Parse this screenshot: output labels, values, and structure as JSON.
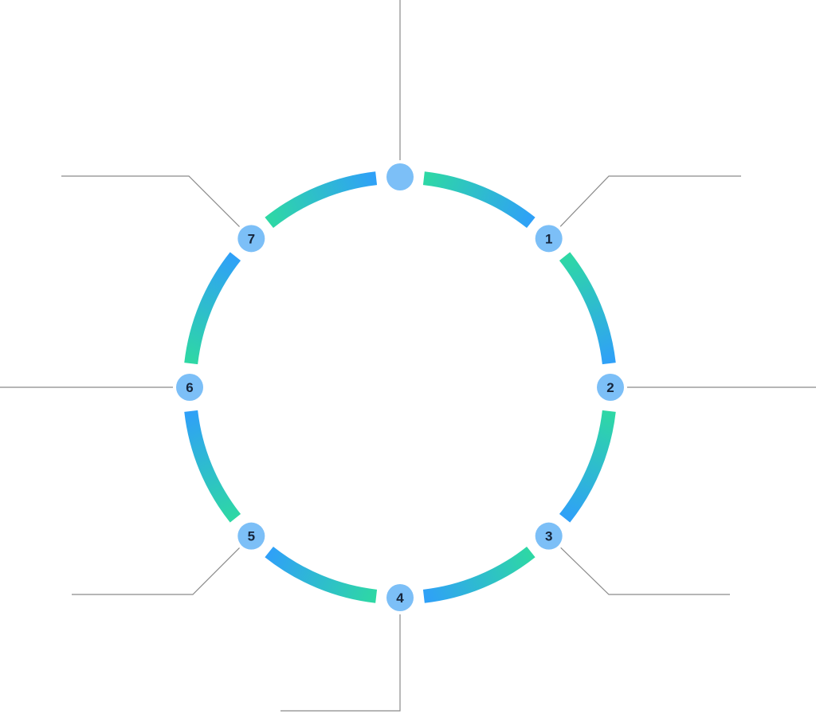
{
  "diagram": {
    "type": "cycle",
    "step_count": 8,
    "top_node_label": "",
    "nodes": [
      {
        "label": "1"
      },
      {
        "label": "2"
      },
      {
        "label": "3"
      },
      {
        "label": "4"
      },
      {
        "label": "5"
      },
      {
        "label": "6"
      },
      {
        "label": "7"
      }
    ]
  },
  "colors": {
    "gradient_green": "#2ED8A4",
    "gradient_blue": "#2FA0F8",
    "node_fill": "#7CBFF7",
    "node_label": "#16253B",
    "connector_line": "#8A8A8A",
    "background": "#FFFFFF"
  }
}
